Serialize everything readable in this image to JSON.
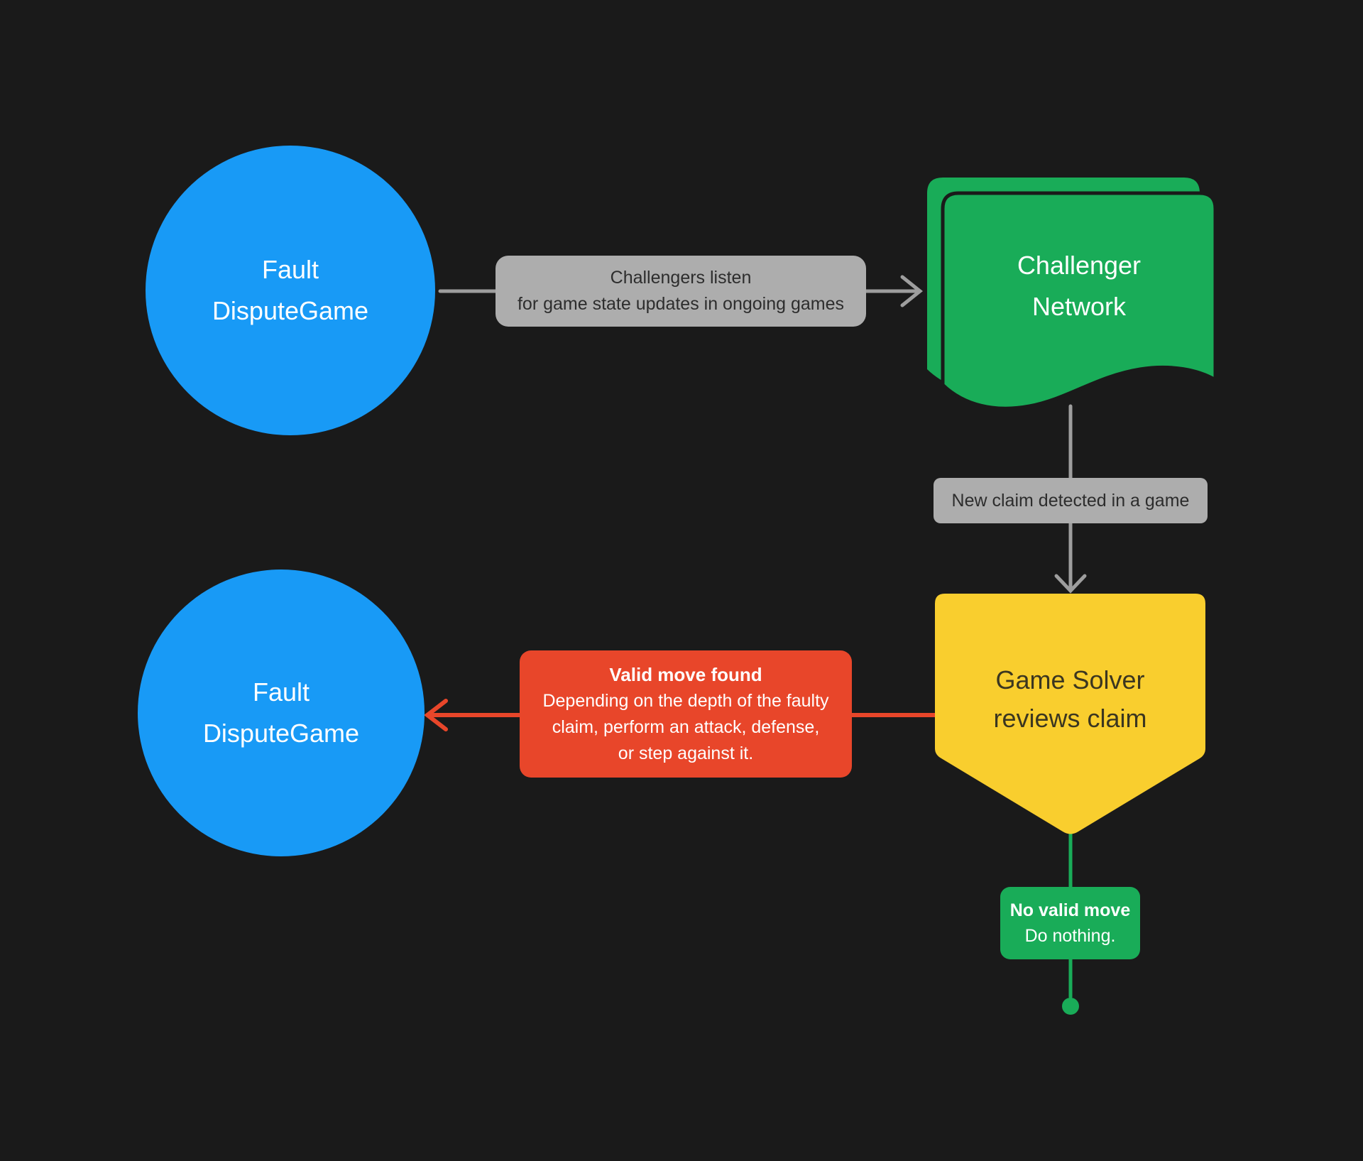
{
  "colors": {
    "bg": "#1A1A1A",
    "blue": "#189AF6",
    "green": "#19AC58",
    "yellow": "#F9CE2E",
    "red": "#E8462A",
    "gray-label": "#ADADAD",
    "gray-arrow": "#9E9E9E",
    "dark-text": "#2D2D2D",
    "yellow-text": "#3B3620",
    "white-text": "#FFFFFF"
  },
  "nodes": {
    "fault_top": {
      "line1": "Fault",
      "line2": "DisputeGame"
    },
    "challenger_network": {
      "line1": "Challenger",
      "line2": "Network"
    },
    "game_solver": {
      "line1": "Game Solver",
      "line2": "reviews claim"
    },
    "fault_bottom": {
      "line1": "Fault",
      "line2": "DisputeGame"
    }
  },
  "edges": {
    "listen": {
      "line1": "Challengers listen",
      "line2": "for game state updates in ongoing games"
    },
    "new_claim": {
      "text": "New claim detected in a game"
    },
    "valid_move": {
      "title": "Valid move found",
      "line1": "Depending on the depth of the faulty",
      "line2": "claim, perform an attack, defense,",
      "line3": "or step against it."
    },
    "no_valid_move": {
      "title": "No valid move",
      "line1": "Do nothing."
    }
  }
}
